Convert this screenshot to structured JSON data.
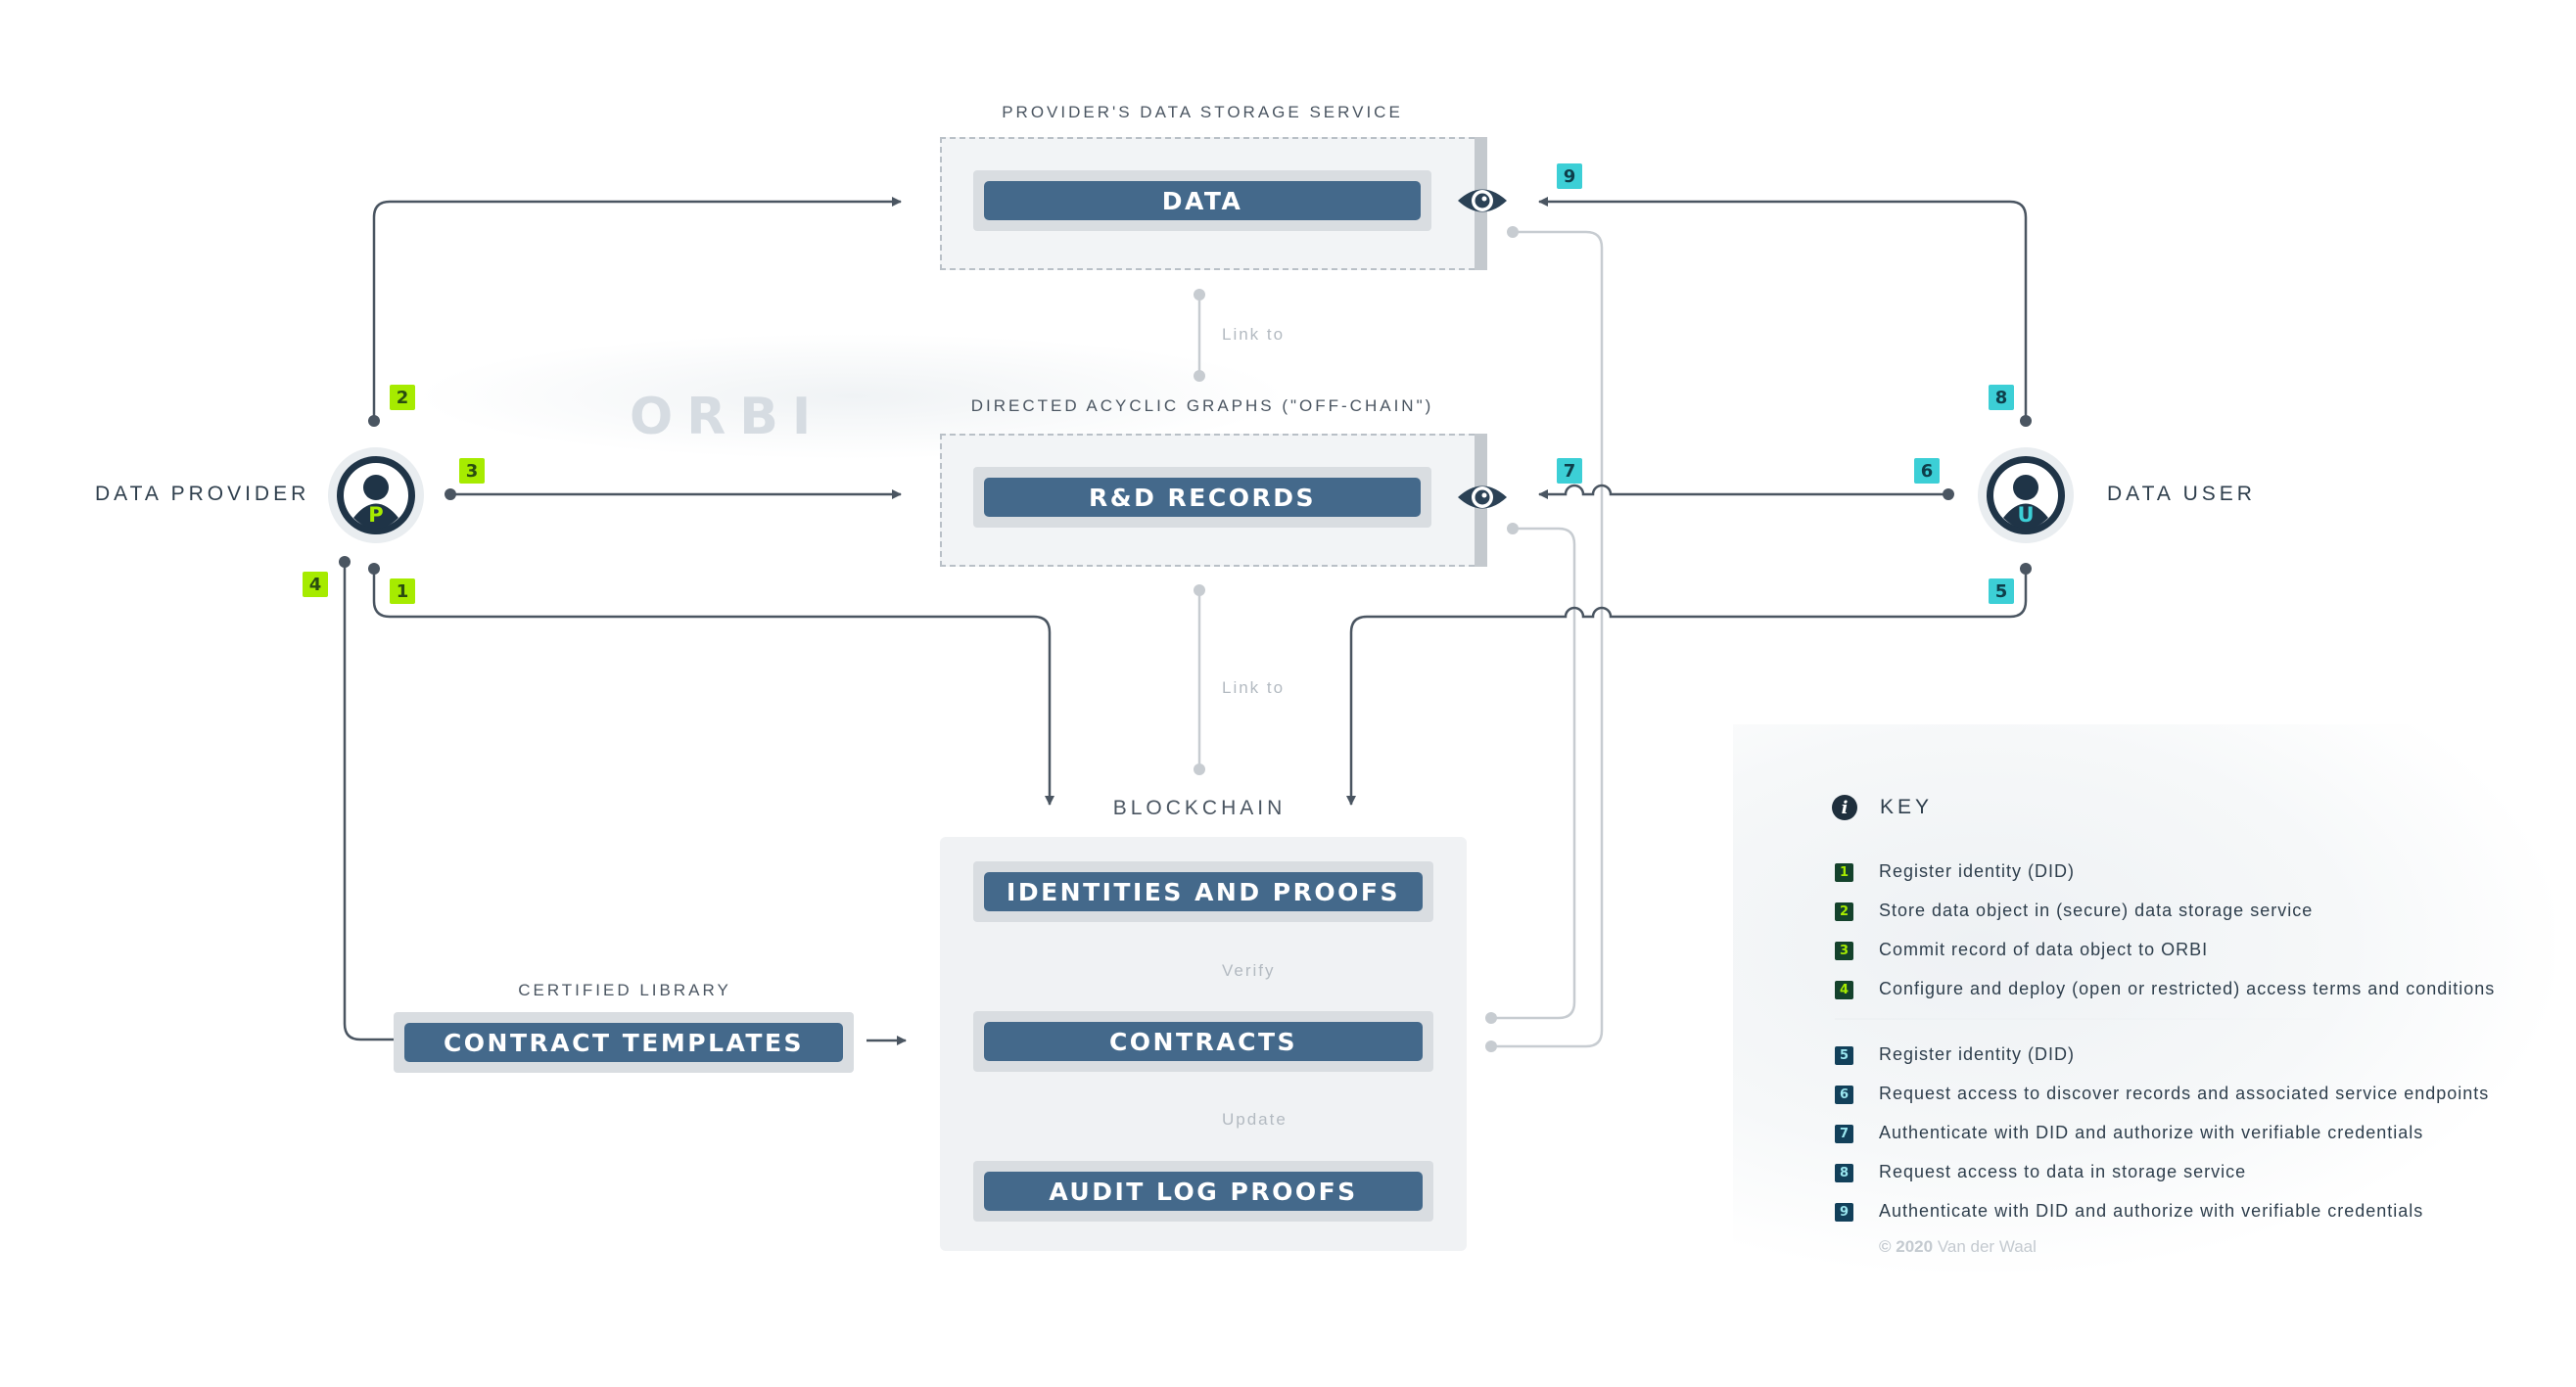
{
  "actors": {
    "provider": {
      "label": "DATA PROVIDER",
      "initial": "P"
    },
    "user": {
      "label": "DATA USER",
      "initial": "U"
    }
  },
  "sections": {
    "storage": "PROVIDER'S DATA STORAGE SERVICE",
    "dag": "DIRECTED ACYCLIC GRAPHS (\"OFF-CHAIN\")",
    "blockchain": "BLOCKCHAIN",
    "library": "CERTIFIED LIBRARY"
  },
  "blocks": {
    "data": "DATA",
    "records": "R&D RECORDS",
    "identities": "IDENTITIES AND PROOFS",
    "contracts": "CONTRACTS",
    "audit": "AUDIT LOG PROOFS",
    "templates": "CONTRACT TEMPLATES"
  },
  "connectors": {
    "link_to_1": "Link to",
    "link_to_2": "Link to",
    "verify": "Verify",
    "update": "Update"
  },
  "watermark": "ORBI",
  "step_badges": [
    "1",
    "2",
    "3",
    "4",
    "5",
    "6",
    "7",
    "8",
    "9"
  ],
  "legend": {
    "title": "KEY",
    "info_icon": "i",
    "provider_steps": [
      {
        "num": "1",
        "text": "Register identity (DID)"
      },
      {
        "num": "2",
        "text": "Store data object in (secure) data storage service"
      },
      {
        "num": "3",
        "text": "Commit record of data object to ORBI"
      },
      {
        "num": "4",
        "text": "Configure and deploy (open or restricted) access terms and conditions"
      }
    ],
    "user_steps": [
      {
        "num": "5",
        "text": "Register identity (DID)"
      },
      {
        "num": "6",
        "text": "Request access to discover records and associated service endpoints"
      },
      {
        "num": "7",
        "text": "Authenticate with DID and authorize with verifiable credentials"
      },
      {
        "num": "8",
        "text": "Request access to data in storage service"
      },
      {
        "num": "9",
        "text": "Authenticate with DID and authorize with verifiable credentials"
      }
    ]
  },
  "copyright": {
    "year": "© 2020",
    "author": "Van der Waal"
  },
  "colors": {
    "block": "#44698b",
    "block_frame": "#d9dde1",
    "provider_badge": "#a6eb00",
    "user_badge": "#3ccfd6",
    "line": "#4a5561",
    "light_line": "#c7ccd1"
  },
  "icons": {
    "provider": "user-avatar-icon",
    "user": "user-avatar-icon",
    "access_control": "eye-icon",
    "info": "info-icon"
  }
}
